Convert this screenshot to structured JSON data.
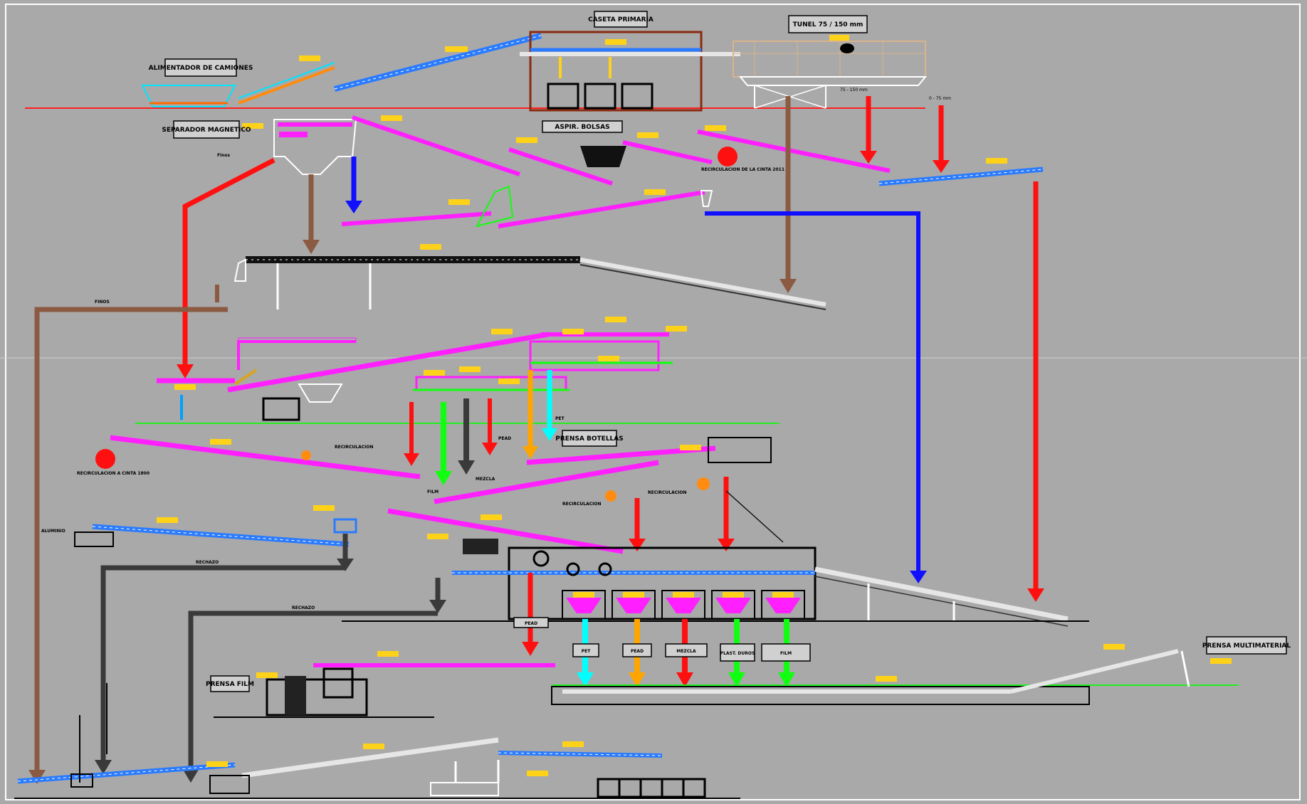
{
  "colors": {
    "background": "#a9a9a9",
    "frame": "#ffffff",
    "ground_line": "#ff2020",
    "floor_line": "#22ee22",
    "conveyor_blue": "#2a7bff",
    "conveyor_magenta": "#ff1fff",
    "conveyor_white": "#e6e6e6",
    "flow_red": "#ff1010",
    "flow_brown": "#8b5a42",
    "flow_blue": "#1010ff",
    "flow_dark": "#3a3a3a",
    "flow_green": "#10ff10",
    "flow_cyan": "#00ffff",
    "flow_orange": "#ffa500",
    "tag_fill": "#ffd21a",
    "structure_maroon": "#8a2a10",
    "structure_tan": "#d9b38c",
    "dot_red": "#ff1010",
    "dot_orange": "#ff8c10"
  },
  "diagram": {
    "boxed_labels": {
      "alimentador": "ALIMENTADOR DE CAMIONES",
      "casa": "CASETA PRIMARIA",
      "tunel": "TUNEL 75 / 150 mm",
      "separador": "SEPARADOR MAGNETICO",
      "aspiradora": "ASPIR. BOLSAS",
      "prensa_botellas": "PRENSA BOTELLAS",
      "prensa_film": "PRENSA FILM",
      "prensa_multi": "PRENSA MULTIMATERIAL"
    },
    "plain_labels": {
      "finos_top": "FINOS",
      "finos_bottom": "Finos",
      "rechazo_1": "RECHAZO",
      "rechazo_2": "RECHAZO",
      "mezcla": "MEZCLA",
      "pet": "PET",
      "pead": "PEAD",
      "film": "FILM",
      "aluminio": "ALUMINIO",
      "recirc_1": "RECIRCULACION DE LA CINTA 2011",
      "recirc_2": "RECIRCULACION A CINTA 1800",
      "recirculacion_a": "RECIRCULACION",
      "recirculacion_b": "RECIRCULACION",
      "recirculacion_c": "RECIRCULACION",
      "size_1": "75 - 150 mm",
      "size_2": "0 - 75 mm"
    },
    "bin_labels": [
      "PET",
      "PEAD",
      "MEZCLA",
      "PLAST. DUROS",
      "FILM",
      "PEAD"
    ]
  }
}
